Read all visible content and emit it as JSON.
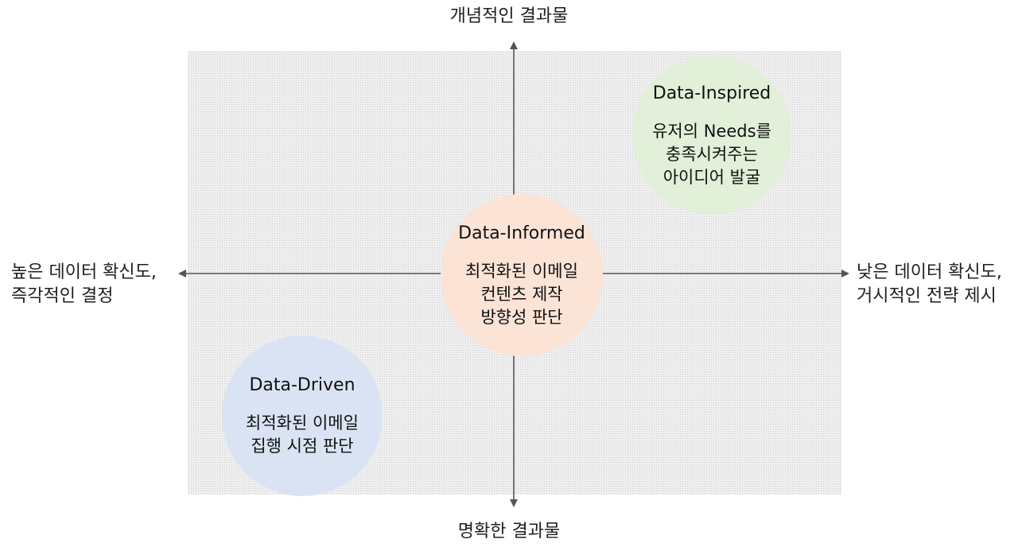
{
  "axes": {
    "top": "개념적인 결과물",
    "bottom": "명확한 결과물",
    "left": [
      "높은 데이터 확신도,",
      "즉각적인 결정"
    ],
    "right": [
      "낮은 데이터 확신도,",
      "거시적인 전략 제시"
    ]
  },
  "quadrants": {
    "inspired": {
      "title": "Data-Inspired",
      "lines": [
        "유저의 Needs를",
        "충족시켜주는",
        "아이디어 발굴"
      ],
      "color": "#e2efd9"
    },
    "informed": {
      "title": "Data-Informed",
      "lines": [
        "최적화된 이메일",
        "컨텐츠 제작",
        "방향성 판단"
      ],
      "color": "#fbe3d6"
    },
    "driven": {
      "title": "Data-Driven",
      "lines": [
        "최적화된 이메일",
        "집행 시점 판단"
      ],
      "color": "#dae3f3"
    }
  }
}
